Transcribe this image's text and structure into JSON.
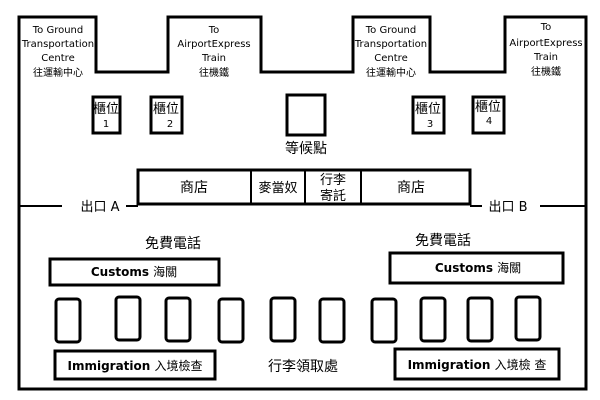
{
  "exits": [
    {
      "lines": [
        "To Ground",
        "Transportation",
        "Centre",
        "往運輸中心"
      ]
    },
    {
      "lines": [
        "To",
        "AirportExpress",
        "Train",
        "往機鐵"
      ]
    },
    {
      "lines": [
        "To Ground",
        "Transportation",
        "Centre",
        "往運輸中心"
      ]
    },
    {
      "lines": [
        "To",
        "AirportExpress",
        "Train",
        "往機鐵"
      ]
    }
  ],
  "counters": [
    {
      "name": "櫃位",
      "number": "1"
    },
    {
      "name": "櫃位",
      "number": "2"
    },
    {
      "name": "櫃位",
      "number": "3"
    },
    {
      "name": "櫃位",
      "number": "4"
    }
  ],
  "meeting_point": "等候點",
  "shops": {
    "shop_left": "商店",
    "mcdonalds": "麥當奴",
    "luggage": [
      "行李",
      "寄託"
    ],
    "shop_right": "商店"
  },
  "exit_a": "出口 A",
  "exit_b": "出口 B",
  "phone_left": "免費電話",
  "phone_right": "免費電話",
  "customs": {
    "en": "Customs",
    "zh": "海關"
  },
  "immigration": {
    "en": "Immigration",
    "zh": "入境檢查"
  },
  "immigration_right_zh": "入境檢 查",
  "baggage_claim": "行李領取處"
}
